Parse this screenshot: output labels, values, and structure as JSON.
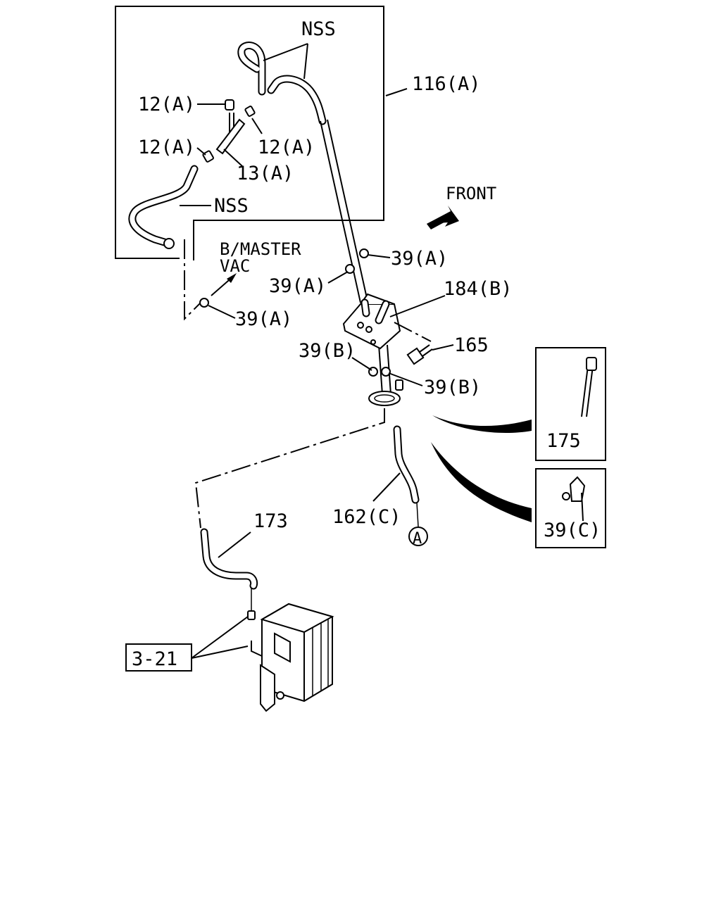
{
  "labels": {
    "nss_top": "NSS",
    "part_116a": "116(A)",
    "part_12a_1": "12(A)",
    "part_12a_2": "12(A)",
    "part_12a_3": "12(A)",
    "part_13a": "13(A)",
    "nss_mid": "NSS",
    "front": "FRONT",
    "b_master": "B/MASTER",
    "vac": "VAC",
    "part_39a_1": "39(A)",
    "part_39a_2": "39(A)",
    "part_39a_3": "39(A)",
    "part_184b": "184(B)",
    "part_165": "165",
    "part_39b_1": "39(B)",
    "part_39b_2": "39(B)",
    "part_175": "175",
    "part_39c": "39(C)",
    "part_162c": "162(C)",
    "part_173": "173",
    "circle_a": "A",
    "ref_3_21": "3-21"
  },
  "icons": {
    "front_arrow": "front-direction-arrow",
    "connector": "circle-connector-a"
  }
}
